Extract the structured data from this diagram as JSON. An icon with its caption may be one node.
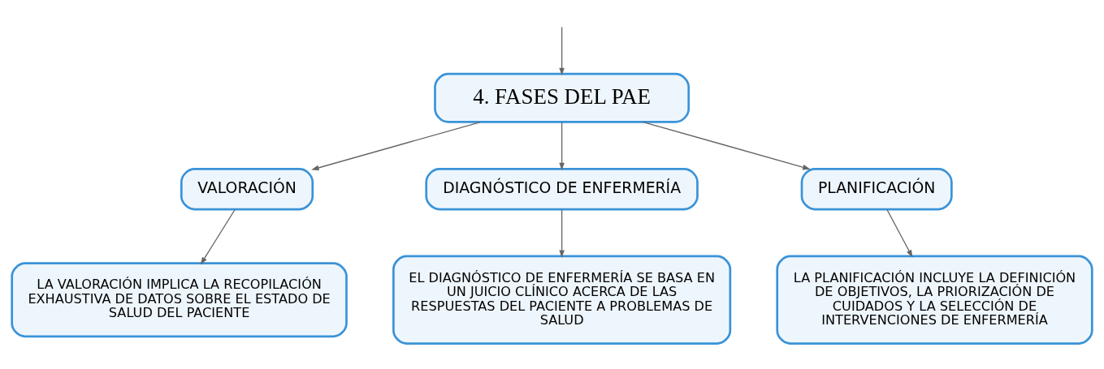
{
  "diagram": {
    "nodes": [
      {
        "text": [
          "4. FASES DEL PAE"
        ]
      },
      {
        "text": [
          "VALORACIÓN"
        ]
      },
      {
        "text": [
          "DIAGNÓSTICO DE ENFERMERÍA"
        ]
      },
      {
        "text": [
          "PLANIFICACIÓN"
        ]
      },
      {
        "text": [
          "LA VALORACIÓN IMPLICA LA RECOPILACIÓN EXHAUSTIVA DE DATOS SOBRE EL ESTADO DE SALUD DEL PACIENTE"
        ]
      },
      {
        "text": [
          "EL DIAGNÓSTICO DE ENFERMERÍA SE BASA EN UN JUICIO CLÍNICO ACERCA DE LAS RESPUESTAS DEL PACIENTE A PROBLEMAS DE SALUD"
        ]
      },
      {
        "text": [
          "LA PLANIFICACIÓN INCLUYE LA DEFINICIÓN DE OBJETIVOS, LA PRIORIZACIÓN DE CUIDADOS Y LA SELECCIÓN DE INTERVENCIONES DE ENFERMERÍA"
        ]
      }
    ],
    "edges": [
      {
        "from": null,
        "to": 0,
        "arrow": "to"
      },
      {
        "from": 0,
        "to": 1,
        "arrow": "to"
      },
      {
        "from": 0,
        "to": 2,
        "arrow": "to"
      },
      {
        "from": 0,
        "to": 3,
        "arrow": "to"
      },
      {
        "from": 1,
        "to": 4,
        "arrow": "to"
      },
      {
        "from": 2,
        "to": 5,
        "arrow": "to"
      },
      {
        "from": 3,
        "to": 6,
        "arrow": "to"
      }
    ]
  }
}
